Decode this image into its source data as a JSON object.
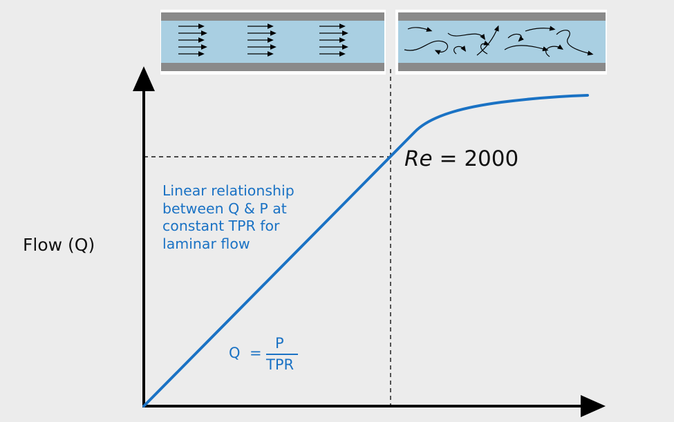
{
  "y_axis_label": "Flow (Q)",
  "reynolds_label": {
    "variable": "Re",
    "value": "= 2000"
  },
  "linear_note_lines": [
    "Linear relationship",
    "between Q & P at",
    "constant TPR for",
    "laminar flow"
  ],
  "formula": {
    "lhs": "Q",
    "eq": "=",
    "numerator": "P",
    "denominator": "TPR"
  },
  "colors": {
    "curve": "#1a72c4",
    "annotation_text": "#1a72c4",
    "axes": "#000000",
    "tube_fill": "#a9cfe2",
    "tube_wall": "#8a8a8a",
    "background": "#ececec"
  },
  "icons": {
    "laminar_tube": "laminar-flow-tube-icon",
    "turbulent_tube": "turbulent-flow-tube-icon"
  }
}
